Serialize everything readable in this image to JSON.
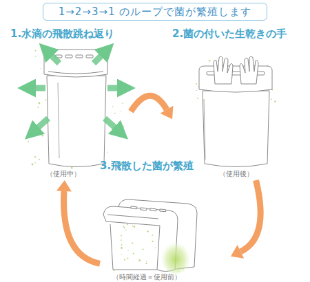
{
  "diagram": {
    "title": "1→2→3→1 のループで菌が繁殖します",
    "nodes": [
      {
        "text": [
          "1.水滴の飛散跳ね返り",
          "（使用中）"
        ]
      },
      {
        "text": [
          "2.菌の付いた生乾きの手",
          "（使用後）"
        ]
      },
      {
        "text": [
          "3.飛散した菌が繁殖",
          "（時間経過＝使用前）"
        ]
      }
    ],
    "edges": [
      {
        "from": 0,
        "to": 1,
        "arrow": "to"
      },
      {
        "from": 1,
        "to": 2,
        "arrow": "to"
      },
      {
        "from": 2,
        "to": 0,
        "arrow": "to"
      }
    ]
  }
}
